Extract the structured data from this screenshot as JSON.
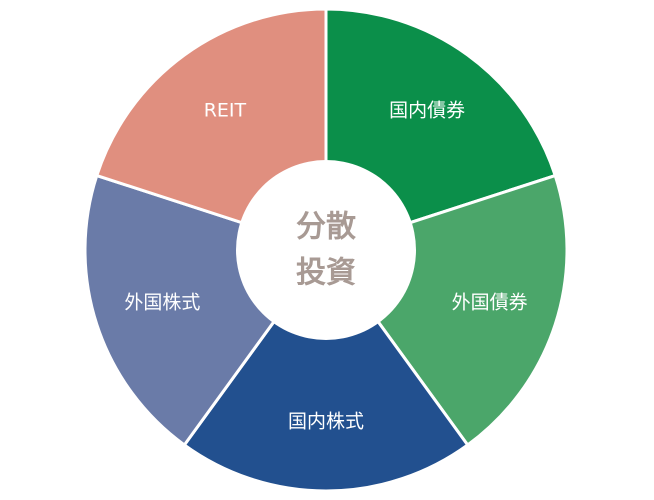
{
  "chart_data": {
    "type": "pie",
    "categories": [
      "国内債券",
      "外国債券",
      "国内株式",
      "外国株式",
      "REIT"
    ],
    "values": [
      20,
      20,
      20,
      20,
      20
    ],
    "colors": [
      "#0b8f4a",
      "#4ba66a",
      "#22508f",
      "#6a7ba8",
      "#e08f7f"
    ],
    "center_text": [
      "分散",
      "投資"
    ],
    "center_text_color": "#a89a94",
    "separator_color": "#ffffff",
    "background": "#ffffff"
  }
}
